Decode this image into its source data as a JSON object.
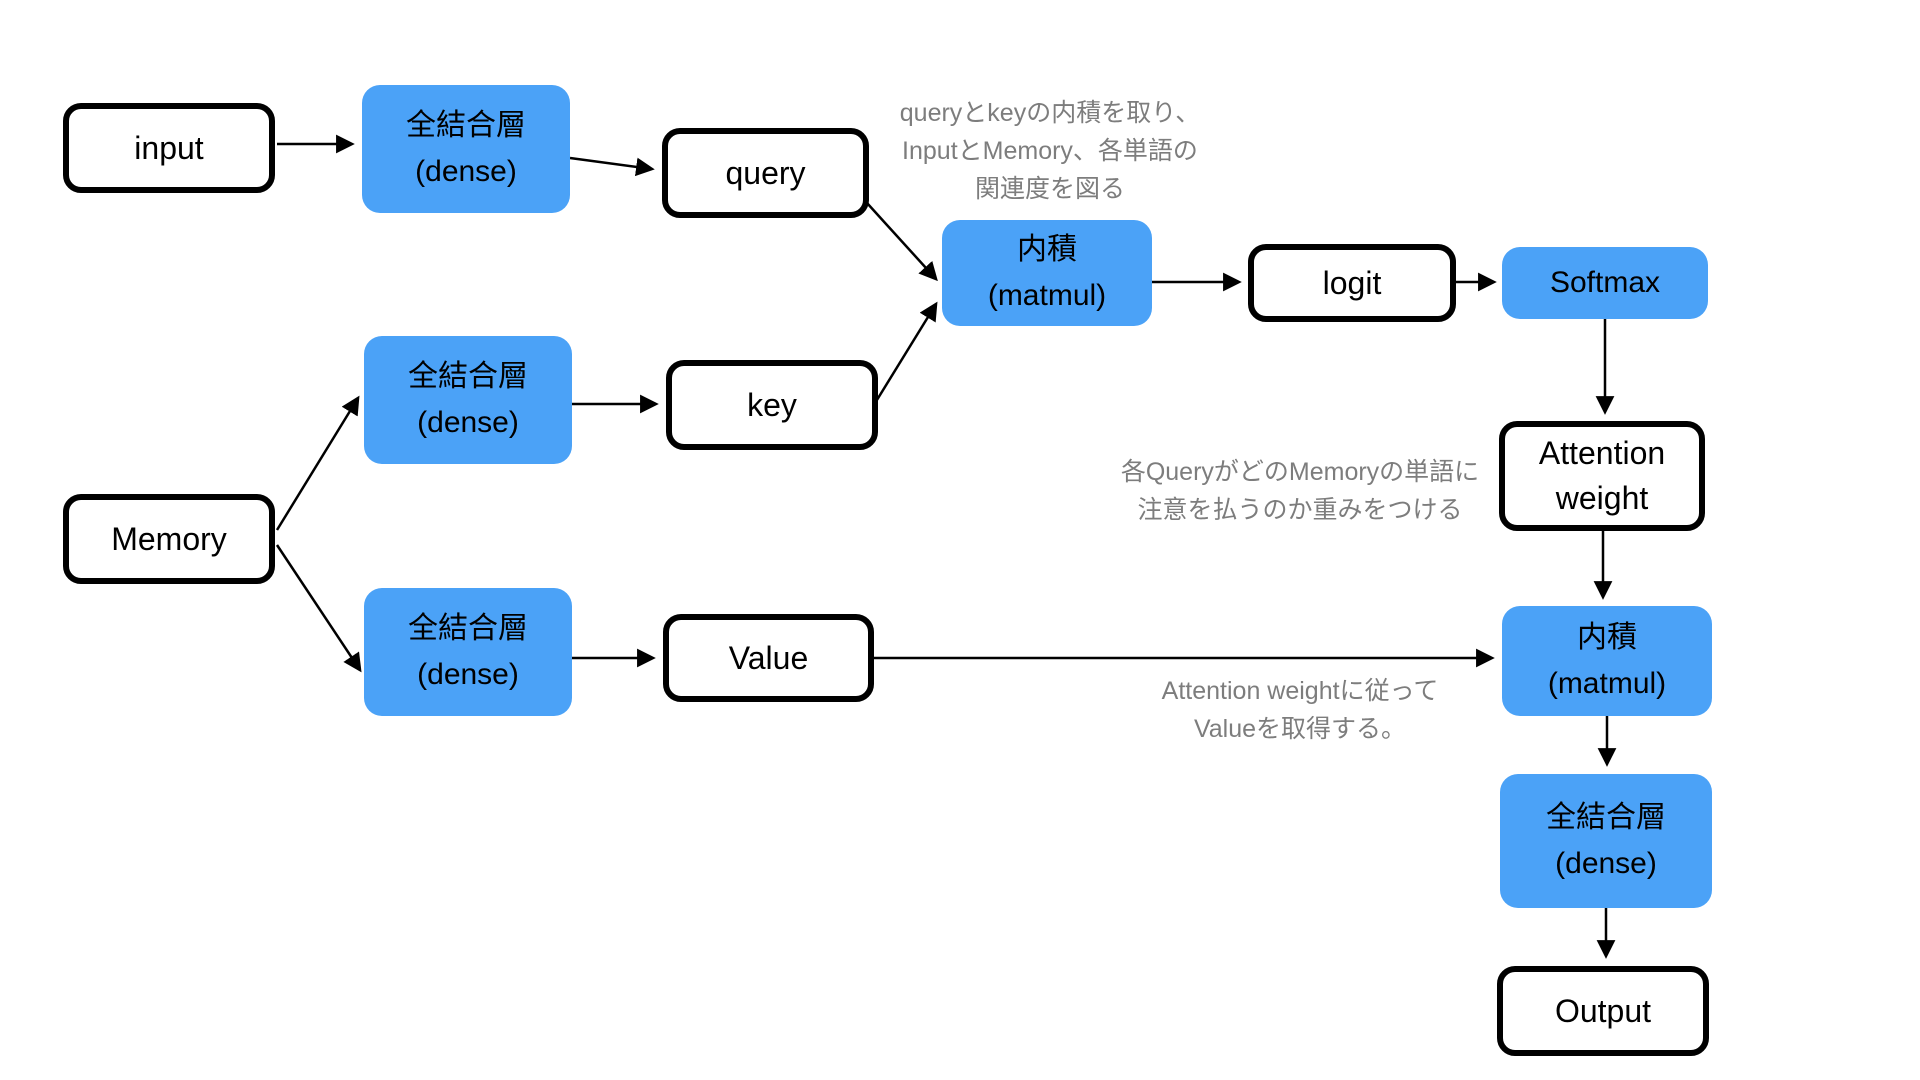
{
  "colors": {
    "accent_blue": "#4BA2F7",
    "box_border": "#000000",
    "text": "#000000",
    "annotation_gray": "#7D7D7D",
    "background": "#FFFFFF"
  },
  "nodes": {
    "input": {
      "label": "input"
    },
    "dense_query": {
      "label": "全結合層\n(dense)"
    },
    "query": {
      "label": "query"
    },
    "memory": {
      "label": "Memory"
    },
    "dense_key": {
      "label": "全結合層\n(dense)"
    },
    "key": {
      "label": "key"
    },
    "dense_value": {
      "label": "全結合層\n(dense)"
    },
    "value": {
      "label": "Value"
    },
    "matmul_qk": {
      "label": "内積\n(matmul)"
    },
    "logit": {
      "label": "logit"
    },
    "softmax": {
      "label": "Softmax"
    },
    "attention_weight": {
      "label": "Attention\nweight"
    },
    "matmul_av": {
      "label": "内積\n(matmul)"
    },
    "dense_output": {
      "label": "全結合層\n(dense)"
    },
    "output": {
      "label": "Output"
    }
  },
  "annotations": {
    "qk_note": {
      "text": "queryとkeyの内積を取り、\nInputとMemory、各単語の\n関連度を図る"
    },
    "attention_note": {
      "text": "各QueryがどのMemoryの単語に\n注意を払うのか重みをつける"
    },
    "value_note": {
      "text": "Attention weightに従って\nValueを取得する。"
    }
  }
}
